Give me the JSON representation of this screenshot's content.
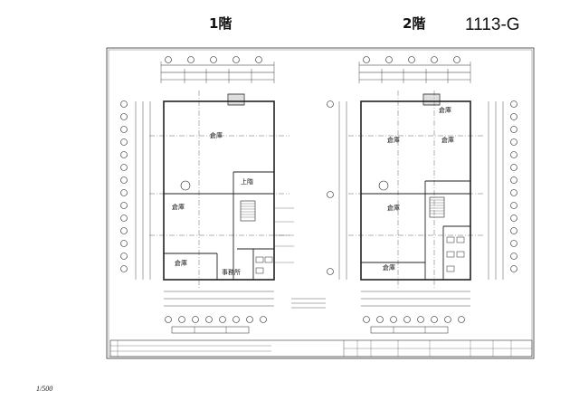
{
  "header": {
    "floor1_label": "1階",
    "floor2_label": "2階",
    "drawing_code": "1113-G"
  },
  "scale_note": "1/500",
  "floor1": {
    "rooms": [
      "倉庫",
      "倉庫",
      "上階",
      "倉庫",
      "事務所"
    ]
  },
  "floor2": {
    "rooms": [
      "倉庫",
      "倉庫",
      "倉庫",
      "倉庫",
      "倉庫"
    ]
  }
}
